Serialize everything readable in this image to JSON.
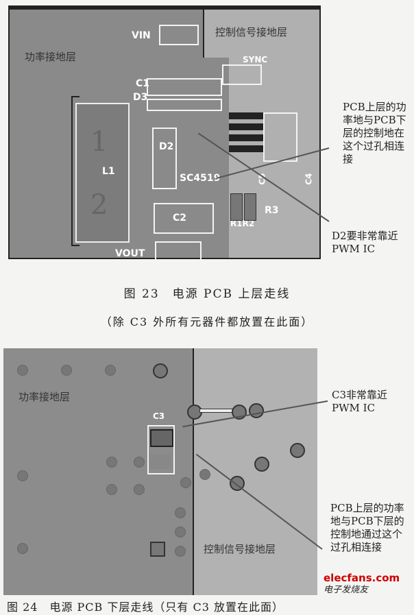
{
  "figure23": {
    "power_ground_label": "功率接地层",
    "control_ground_label": "控制信号接地层",
    "components": {
      "vin": "VIN",
      "vout": "VOUT",
      "sync": "SYNC",
      "c1": "C1",
      "d3": "D3",
      "d2": "D2",
      "l1": "L1",
      "c2": "C2",
      "ic": "SC4519",
      "r1r2": "R1R2",
      "r3": "R3",
      "c5": "C5",
      "c4": "C4",
      "l1_pin1": "1",
      "l1_pin2": "2"
    },
    "note_via": "PCB上层的功率地与PCB下层的控制地在这个过孔相连接",
    "note_d2": "D2要非常靠近PWM IC",
    "caption": "图 23　电源 PCB 上层走线",
    "caption_sub": "（除 C3 外所有元器件都放置在此面）"
  },
  "figure24": {
    "power_ground_label": "功率接地层",
    "control_ground_label": "控制信号接地层",
    "c3_label": "C3",
    "note_c3": "C3非常靠近PWM IC",
    "note_via": "PCB上层的功率地与PCB下层的控制地通过这个过孔相连接",
    "caption": "图 24　电源 PCB 下层走线（只有 C3 放置在此面）"
  },
  "watermark": {
    "site": "elecfans.com",
    "name": "电子发烧友"
  }
}
